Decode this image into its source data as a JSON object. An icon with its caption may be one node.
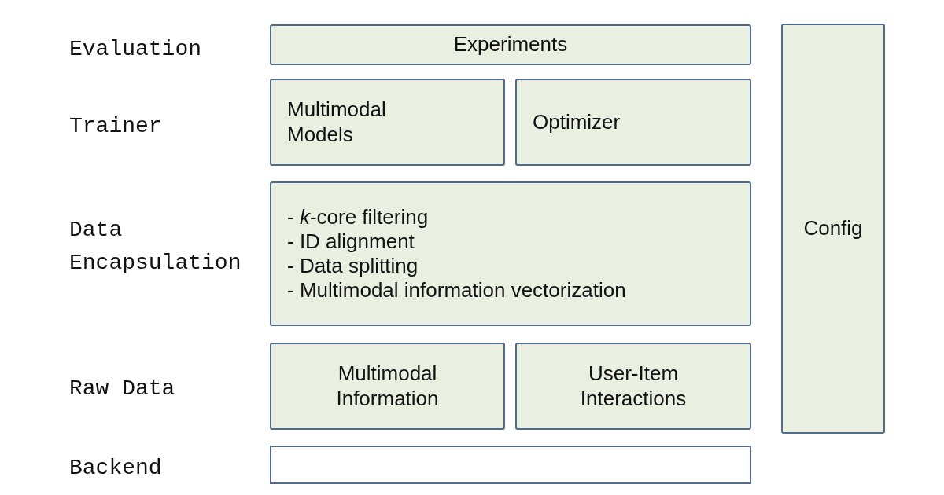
{
  "diagram": {
    "nodes": [
      {
        "text": [
          "Experiments"
        ]
      },
      {
        "text": [
          "Multimodal Models"
        ]
      },
      {
        "text": [
          "Optimizer"
        ]
      },
      {
        "text": [
          "- *k*-core filtering",
          "- ID alignment",
          "- Data splitting",
          "- Multimodal information vectorization"
        ]
      },
      {
        "text": [
          "Multimodal Information"
        ]
      },
      {
        "text": [
          "User-Item Interactions"
        ]
      },
      {
        "text": [],
        "shape": "box"
      },
      {
        "text": [
          "Config"
        ]
      }
    ],
    "labels": [
      "Evaluation",
      "Trainer",
      "Data Encapsulation",
      "Raw Data",
      "Backend"
    ]
  }
}
